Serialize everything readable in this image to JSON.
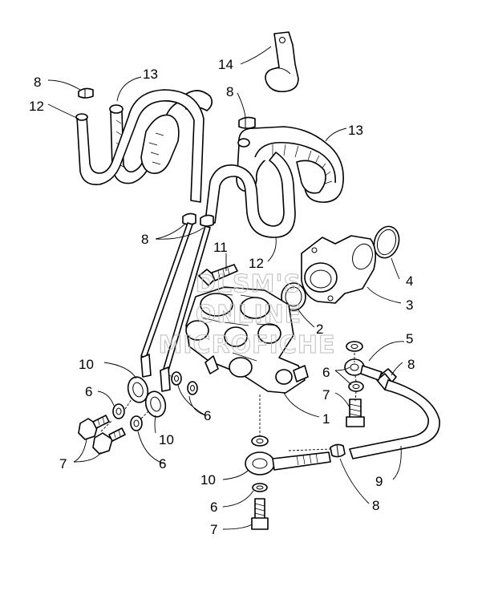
{
  "callouts": {
    "c1": "1",
    "c2": "2",
    "c3": "3",
    "c4": "4",
    "c5": "5",
    "c6a": "6",
    "c6b": "6",
    "c6c": "6",
    "c6d": "6",
    "c6e": "6",
    "c7a": "7",
    "c7b": "7",
    "c7c": "7",
    "c8a": "8",
    "c8b": "8",
    "c8c": "8",
    "c8d": "8",
    "c8e": "8",
    "c9": "9",
    "c10a": "10",
    "c10b": "10",
    "c10c": "10",
    "c11": "11",
    "c12a": "12",
    "c12b": "12",
    "c13a": "13",
    "c13b": "13",
    "c14": "14"
  },
  "watermark": {
    "line1": "DLSM'S",
    "line2": "ONLINE",
    "line3": "MICROFICHE"
  }
}
